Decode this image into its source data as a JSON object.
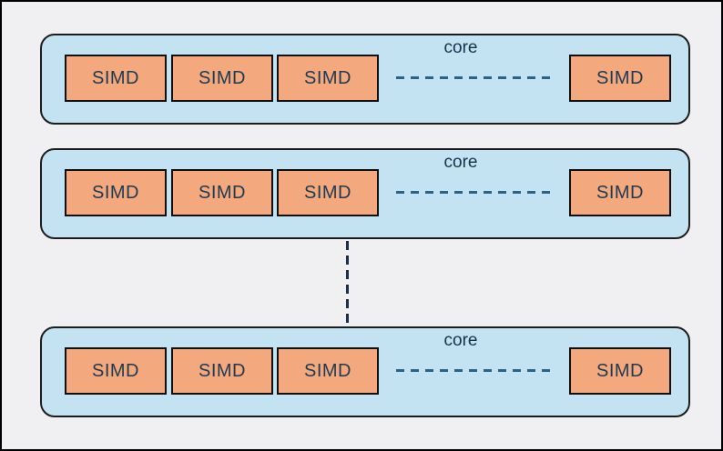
{
  "diagram": {
    "description": "Three processor cores, each containing multiple SIMD units",
    "cores": [
      {
        "label": "core",
        "simd_units": [
          "SIMD",
          "SIMD",
          "SIMD",
          "SIMD"
        ],
        "ellipsis": "horizontal-dashed-line"
      },
      {
        "label": "core",
        "simd_units": [
          "SIMD",
          "SIMD",
          "SIMD",
          "SIMD"
        ],
        "ellipsis": "horizontal-dashed-line"
      },
      {
        "label": "core",
        "simd_units": [
          "SIMD",
          "SIMD",
          "SIMD",
          "SIMD"
        ],
        "ellipsis": "horizontal-dashed-line"
      }
    ],
    "connector": {
      "style": "vertical-dashed-line",
      "from": "core-2",
      "to": "core-3"
    }
  },
  "colors": {
    "canvas_background": "#f0f0f2",
    "frame_border": "#000000",
    "core_fill": "#c3e2f2",
    "core_border": "#1c1c1c",
    "simd_fill": "#f4a87e",
    "simd_border": "#101010",
    "text": "#1e3a50",
    "ellipsis_dash": "#26648a",
    "connector_dash": "#1b3048"
  }
}
